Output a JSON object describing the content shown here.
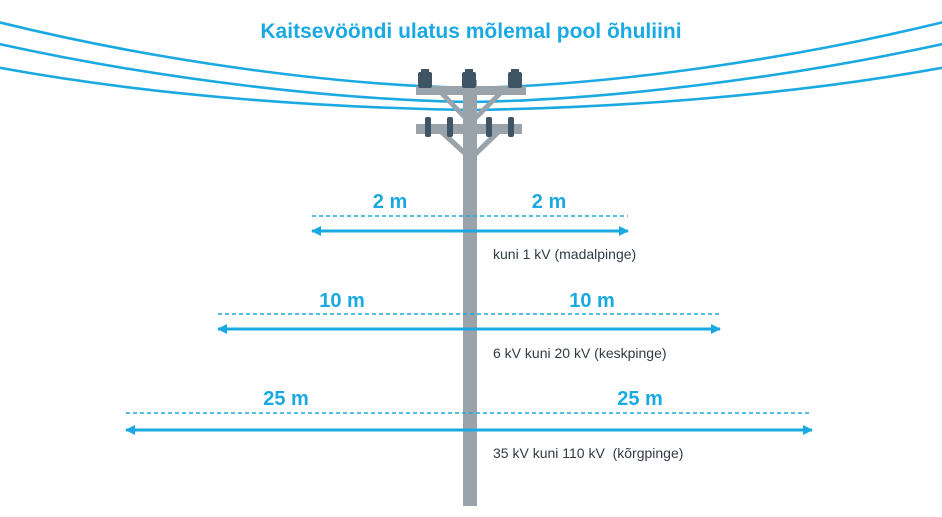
{
  "title": "Kaitsevööndi ulatus mõlemal pool õhuliini",
  "colors": {
    "accent": "#1aa9e1",
    "pole": "#9aa2aa",
    "insulator": "#3f5566",
    "text": "#333a44"
  },
  "zones": [
    {
      "distance_m": 2,
      "left_label": "2 m",
      "right_label": "2 m",
      "voltage_label": "kuni 1 kV (madalpinge)"
    },
    {
      "distance_m": 10,
      "left_label": "10 m",
      "right_label": "10 m",
      "voltage_label": "6 kV kuni 20 kV (keskpinge)"
    },
    {
      "distance_m": 25,
      "left_label": "25 m",
      "right_label": "25 m",
      "voltage_label": "35 kV kuni 110 kV  (kõrgpinge)"
    }
  ]
}
